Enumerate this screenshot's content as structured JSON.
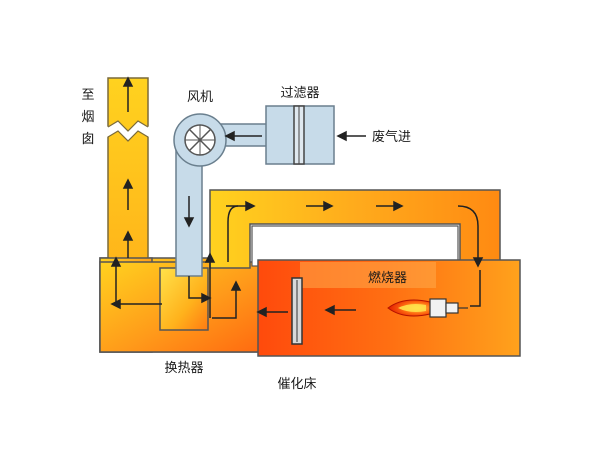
{
  "labels": {
    "chimney_c1": "至",
    "chimney_c2": "烟",
    "chimney_c3": "囱",
    "fan": "风机",
    "filter": "过滤器",
    "exhaust_in": "废气进",
    "burner": "燃烧器",
    "heat_exchanger": "换热器",
    "catalyst_bed": "催化床"
  },
  "colors": {
    "duct_cool": "#c7dbe9",
    "duct_outline": "#6a7f8e",
    "hot_yellow": "#ffd21f",
    "hot_orange": "#ff9b1a",
    "hot_red": "#ff5a10",
    "flame": "#ff3300",
    "arrow": "#222222"
  },
  "icons": {
    "fan": "fan-wheel-icon",
    "flame": "flame-icon",
    "nozzle": "burner-nozzle-icon",
    "break": "pipe-break-icon"
  }
}
